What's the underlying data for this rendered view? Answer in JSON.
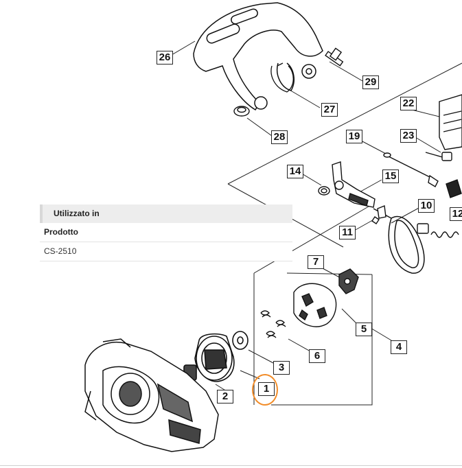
{
  "diagram": {
    "part_numbers": [
      "1",
      "2",
      "3",
      "4",
      "5",
      "6",
      "7",
      "10",
      "11",
      "12",
      "14",
      "15",
      "19",
      "22",
      "23",
      "26",
      "27",
      "28",
      "29"
    ],
    "highlighted_part": "1",
    "highlight_color": "#f28c28"
  },
  "info_panel": {
    "header": "Utilizzato in",
    "row_label": "Prodotto",
    "product": "CS-2510"
  }
}
